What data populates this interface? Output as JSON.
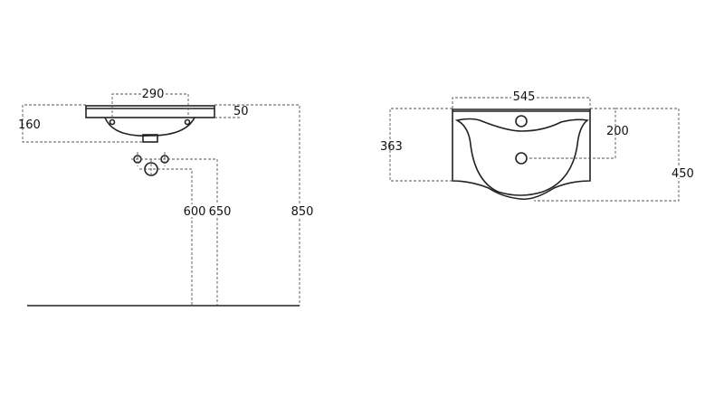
{
  "side_view": {
    "dims": {
      "width_holes": "290",
      "height_overall": "160",
      "top_thickness": "50",
      "valve_height": "650",
      "drain_height": "600",
      "top_height": "850"
    }
  },
  "top_view": {
    "dims": {
      "width": "545",
      "depth_side": "363",
      "drain_offset": "200",
      "depth_total": "450"
    }
  }
}
